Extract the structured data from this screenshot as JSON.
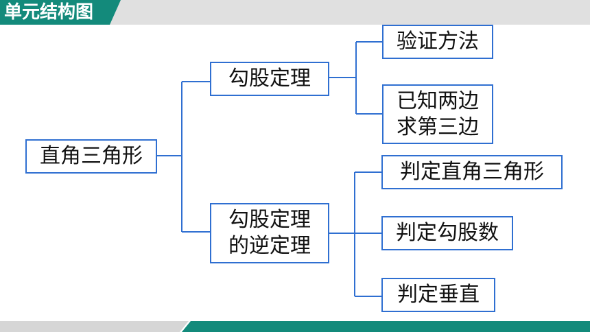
{
  "slide": {
    "title": "单元结构图",
    "colors": {
      "accent_teal": "#138a7b",
      "header_gray": "#e0e0e0",
      "box_border": "#2f6fd1",
      "connector": "#2f6fd1"
    }
  },
  "diagram": {
    "root": "直角三角形",
    "branch_pythagorean": "勾股定理",
    "branch_converse": "勾股定理\n的逆定理",
    "leaf_verify": "验证方法",
    "leaf_two_sides": "已知两边\n求第三边",
    "leaf_right_triangle": "判定直角三角形",
    "leaf_triple": "判定勾股数",
    "leaf_perpendicular": "判定垂直"
  }
}
